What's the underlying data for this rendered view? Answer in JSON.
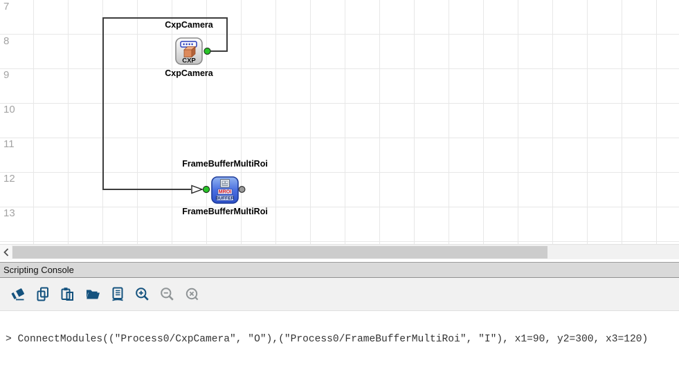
{
  "canvas": {
    "row_labels": [
      "7",
      "8",
      "9",
      "10",
      "11",
      "12",
      "13"
    ],
    "modules": [
      {
        "id": "CxpCamera",
        "top_label": "CxpCamera",
        "bottom_label": "CxpCamera",
        "icon_caption": "CXP"
      },
      {
        "id": "FrameBufferMultiRoi",
        "top_label": "FrameBufferMultiRoi",
        "bottom_label": "FrameBufferMultiRoi",
        "icon_caption_line1": "MROI",
        "icon_caption_line2": "BUFFER"
      }
    ],
    "connection": {
      "from": "CxpCamera:O",
      "to": "FrameBufferMultiRoi:I"
    }
  },
  "console": {
    "title": "Scripting Console",
    "toolbar": [
      {
        "name": "clear",
        "icon": "eraser-icon",
        "enabled": true
      },
      {
        "name": "copy",
        "icon": "copy-icon",
        "enabled": true
      },
      {
        "name": "paste",
        "icon": "paste-icon",
        "enabled": true
      },
      {
        "name": "open",
        "icon": "open-folder-icon",
        "enabled": true
      },
      {
        "name": "log",
        "icon": "log-icon",
        "enabled": true
      },
      {
        "name": "zoom-in",
        "icon": "zoom-in-icon",
        "enabled": true
      },
      {
        "name": "zoom-out",
        "icon": "zoom-out-icon",
        "enabled": false
      },
      {
        "name": "zoom-reset",
        "icon": "zoom-reset-icon",
        "enabled": false
      }
    ],
    "prompt_line": "> ConnectModules((\"Process0/CxpCamera\", \"O\"),(\"Process0/FrameBufferMultiRoi\", \"I\"), x1=90, y2=300, x3=120)"
  },
  "colors": {
    "toolbar_icon_enabled": "#14527e",
    "toolbar_icon_disabled": "#8f9496",
    "port_connected_green": "#28c428",
    "port_open_grey": "#9a9a9a",
    "wire": "#3c3c3c",
    "grid_line": "#e7e7e7",
    "panel_header_bg": "#d9d9d9",
    "module_icon_blue": "#3a62d8",
    "module_icon_caption_red": "#dd2020"
  }
}
